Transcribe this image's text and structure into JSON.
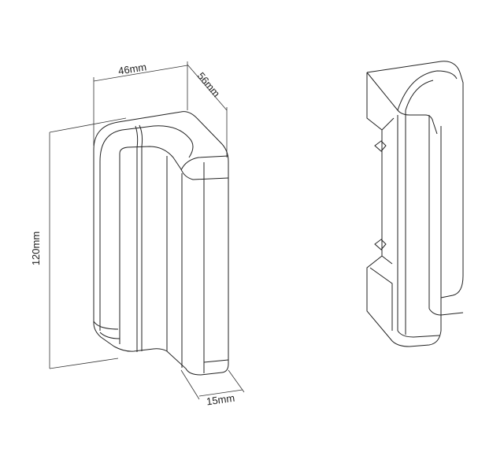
{
  "dimensions": {
    "width": "46mm",
    "depth": "56mm",
    "height": "120mm",
    "thickness": "15mm"
  }
}
